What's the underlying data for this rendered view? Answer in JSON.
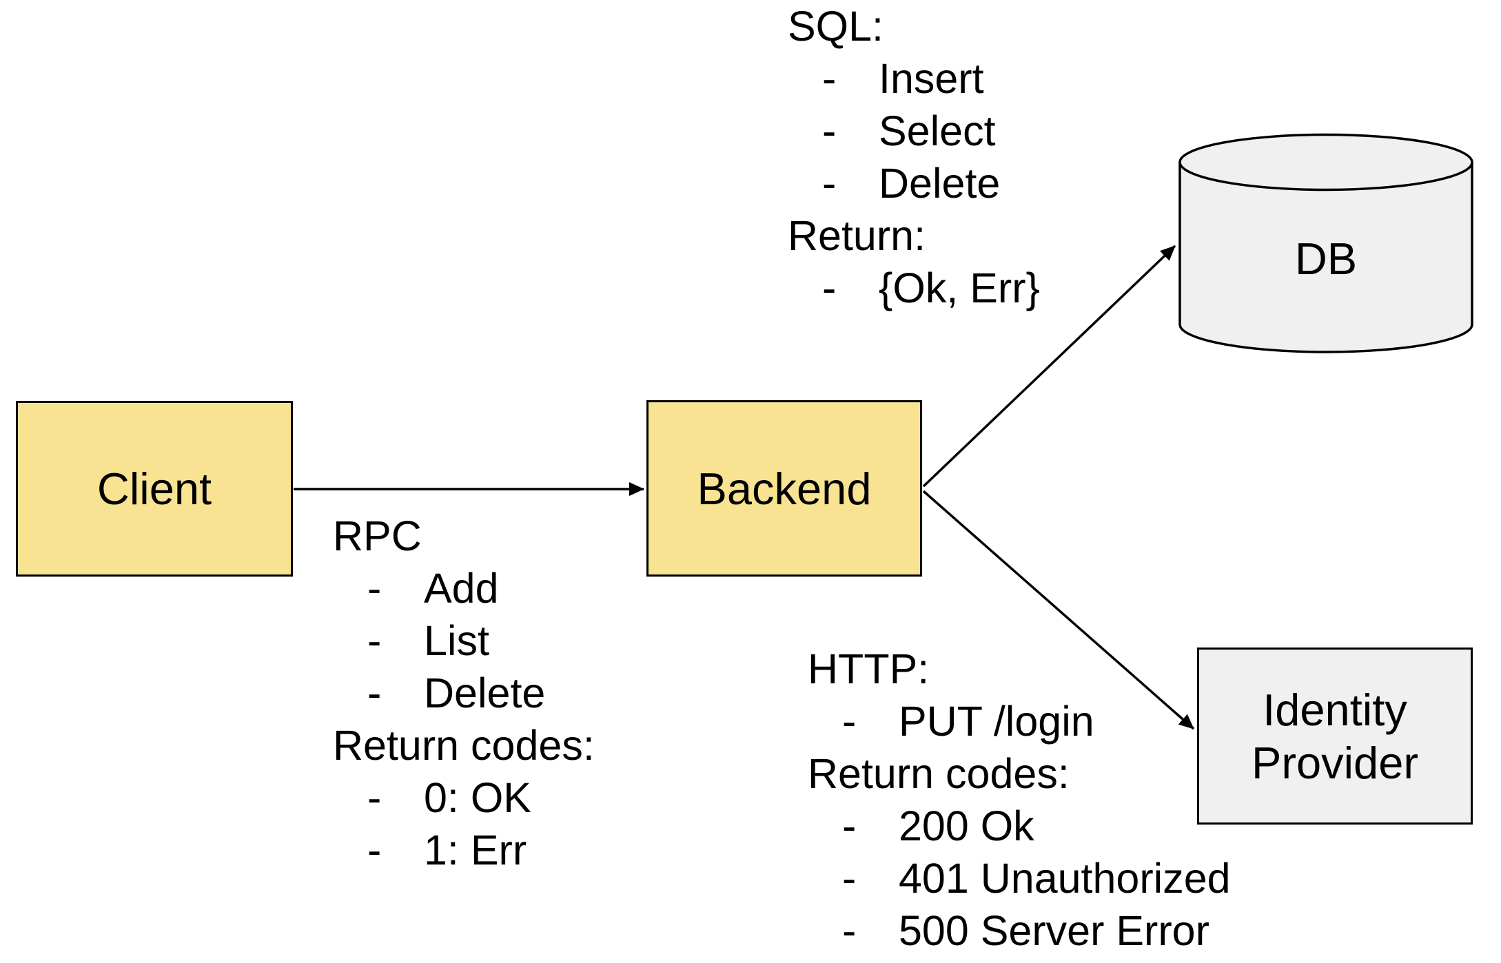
{
  "bullet_char": "-",
  "nodes": {
    "client": {
      "label": "Client"
    },
    "backend": {
      "label": "Backend"
    },
    "db": {
      "label": "DB"
    },
    "identity_provider": {
      "label": "Identity Provider"
    }
  },
  "annotations": {
    "rpc": {
      "heading": "RPC",
      "items": [
        "Add",
        "List",
        "Delete"
      ],
      "return_heading": "Return codes:",
      "return_items": [
        "0: OK",
        "1: Err"
      ]
    },
    "sql": {
      "heading": "SQL:",
      "items": [
        "Insert",
        "Select",
        "Delete"
      ],
      "return_heading": "Return:",
      "return_items": [
        "{Ok, Err}"
      ]
    },
    "http": {
      "heading": "HTTP:",
      "items": [
        "PUT /login"
      ],
      "return_heading": "Return codes:",
      "return_items": [
        "200 Ok",
        "401 Unauthorized",
        "500 Server Error"
      ]
    }
  },
  "colors": {
    "service_fill": "#F8E392",
    "datastore_fill": "#F0F0F0",
    "stroke": "#000000",
    "background": "#FFFFFF"
  }
}
